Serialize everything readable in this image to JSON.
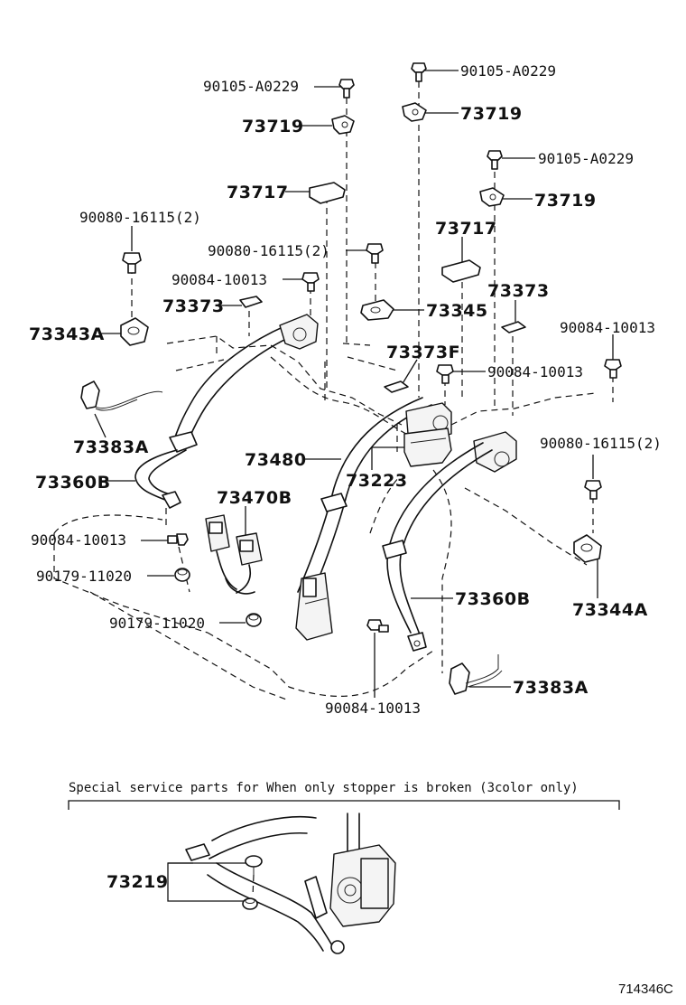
{
  "labels": {
    "l_90105_a": "90105-A0229",
    "l_90105_b": "90105-A0229",
    "l_90105_c": "90105-A0229",
    "l_73719_a": "73719",
    "l_73719_b": "73719",
    "l_73719_c": "73719",
    "l_73717_a": "73717",
    "l_73717_b": "73717",
    "l_90080_a": "90080-16115(2)",
    "l_90080_b": "90080-16115(2)",
    "l_90080_c": "90080-16115(2)",
    "l_90084_a": "90084-10013",
    "l_90084_b": "90084-10013",
    "l_90084_c": "90084-10013",
    "l_90084_d": "90084-10013",
    "l_90084_e": "90084-10013",
    "l_73373_a": "73373",
    "l_73373_b": "73373",
    "l_73373f": "73373F",
    "l_73343a": "73343A",
    "l_73345": "73345",
    "l_73383a_a": "73383A",
    "l_73383a_b": "73383A",
    "l_73360b_a": "73360B",
    "l_73360b_b": "73360B",
    "l_73480": "73480",
    "l_73223": "73223",
    "l_73470b": "73470B",
    "l_90179_a": "90179-11020",
    "l_90179_b": "90179-11020",
    "l_73344a": "73344A",
    "l_73219": "73219"
  },
  "note": {
    "text": "Special  service  parts  for  When  only  stopper  is  broken  (3color  only)"
  },
  "figure_id": "714346C",
  "colors": {
    "ink": "#111111",
    "paper": "#ffffff"
  }
}
